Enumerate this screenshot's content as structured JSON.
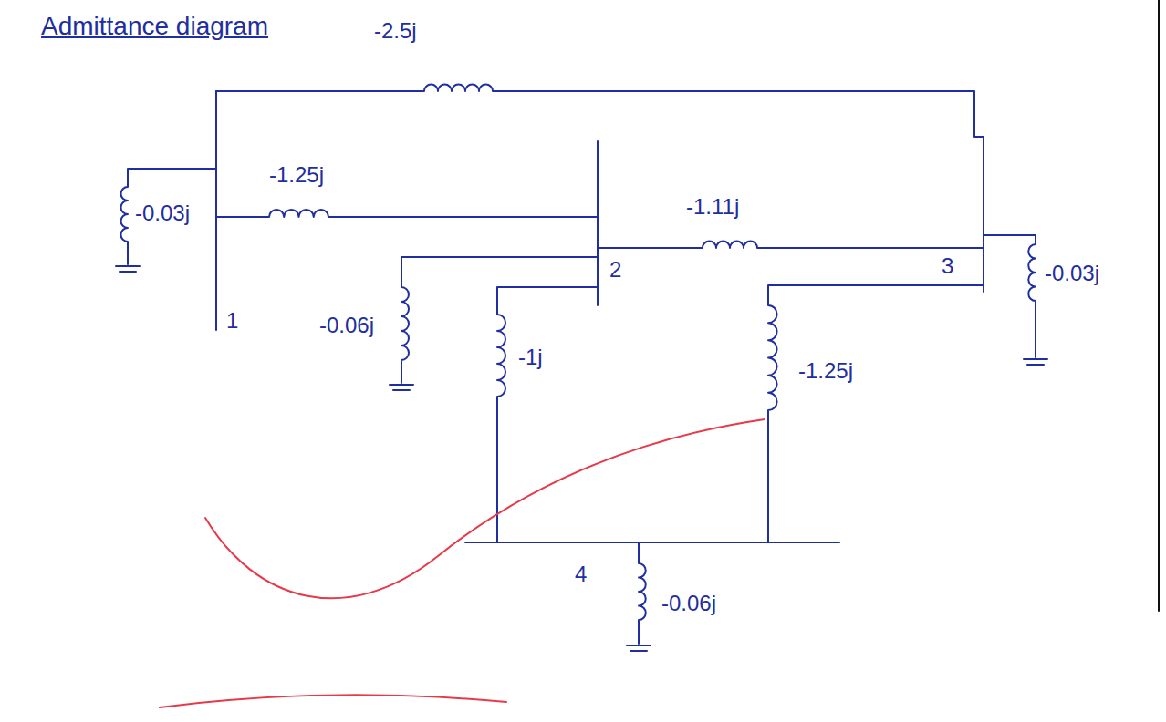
{
  "diagram": {
    "title": "Admittance diagram",
    "labels": [
      "-2.5j",
      "-1.25j",
      "-1.11j",
      "-0.03j",
      "-0.06j",
      "1",
      "2",
      "3",
      "-0.03j",
      "-1j",
      "-1.25j",
      "4",
      "-0.06j"
    ]
  }
}
